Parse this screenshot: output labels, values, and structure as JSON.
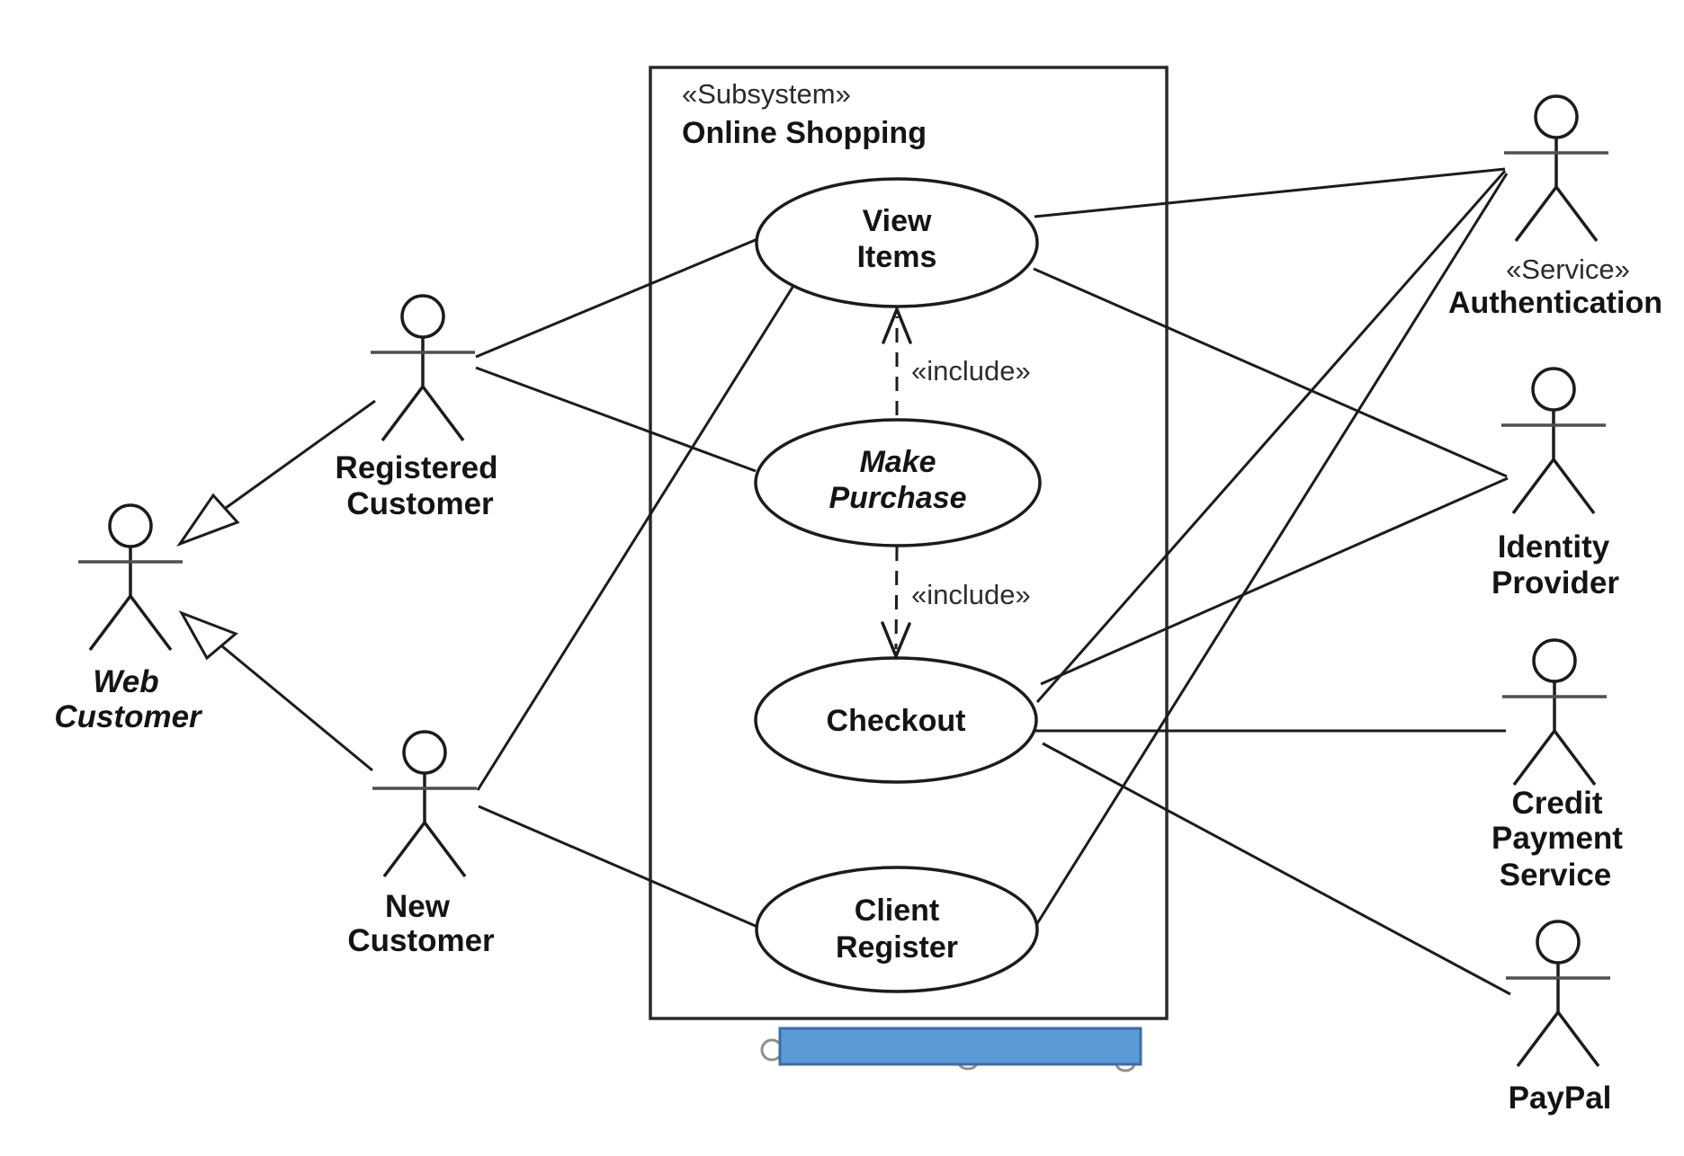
{
  "diagram": {
    "subsystem": {
      "stereotype": "«Subsystem»",
      "name": "Online Shopping"
    },
    "use_cases": {
      "view_items": {
        "line1": "View",
        "line2": "Items"
      },
      "make_purchase": {
        "line1": "Make",
        "line2": "Purchase"
      },
      "checkout": {
        "label": "Checkout"
      },
      "client_register": {
        "line1": "Client",
        "line2": "Register"
      }
    },
    "actors": {
      "registered_customer": {
        "line1": "Registered",
        "line2": "Customer"
      },
      "web_customer": {
        "line1": "Web",
        "line2": "Customer"
      },
      "new_customer": {
        "line1": "New",
        "line2": "Customer"
      },
      "authentication": {
        "stereotype": "«Service»",
        "name": "Authentication"
      },
      "identity_provider": {
        "line1": "Identity",
        "line2": "Provider"
      },
      "credit_payment_service": {
        "line1": "Credit",
        "line2": "Payment",
        "line3": "Service"
      },
      "paypal": {
        "name": "PayPal"
      }
    },
    "labels": {
      "include": "«include»"
    },
    "colors": {
      "stroke": "#1c1c1c",
      "watermark_fill": "#5b9bd5",
      "watermark_border": "#3c6ea5"
    }
  }
}
